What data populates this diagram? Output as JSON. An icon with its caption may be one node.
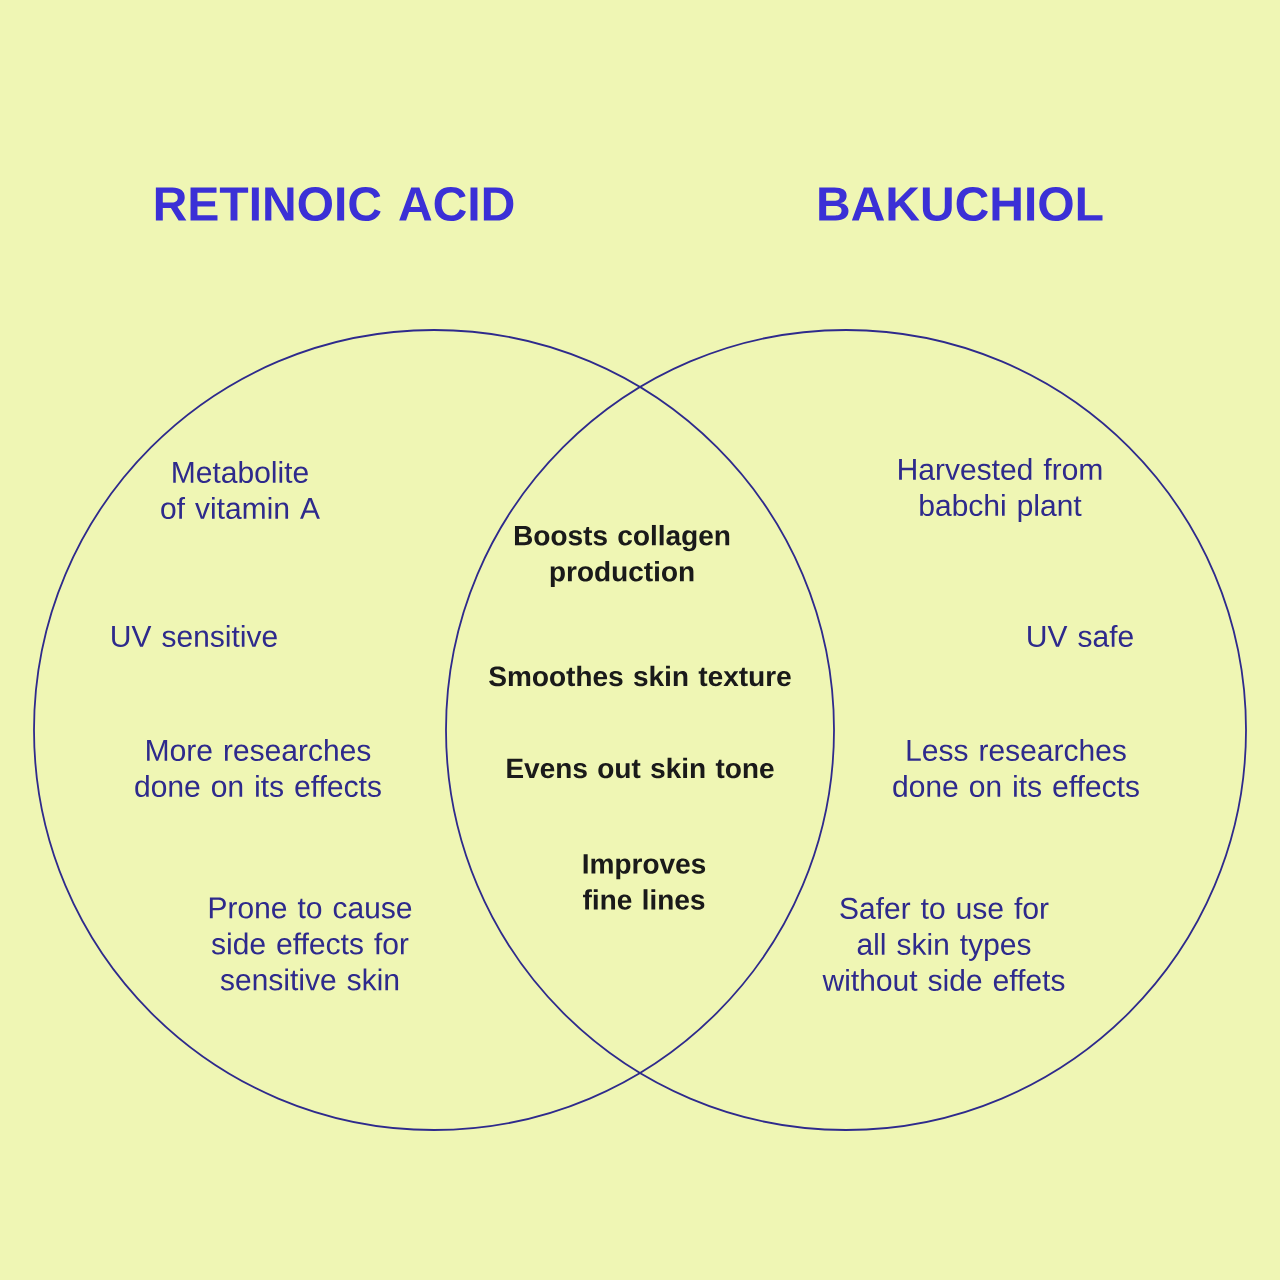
{
  "diagram": {
    "nodes": [
      {
        "text": [
          "RETINOIC ACID",
          "Metabolite of vitamin A",
          "UV sensitive",
          "More researches done on its effects",
          "Prone to cause side effects for sensitive skin"
        ]
      },
      {
        "text": [
          "BAKUCHIOL",
          "Harvested from babchi plant",
          "UV safe",
          "Less researches done on its effects",
          "Safer to use for all skin types without side effets"
        ]
      }
    ],
    "labels": [
      "Boosts collagen production",
      "Smoothes skin texture",
      "Evens out skin tone",
      "Improves fine lines"
    ]
  }
}
